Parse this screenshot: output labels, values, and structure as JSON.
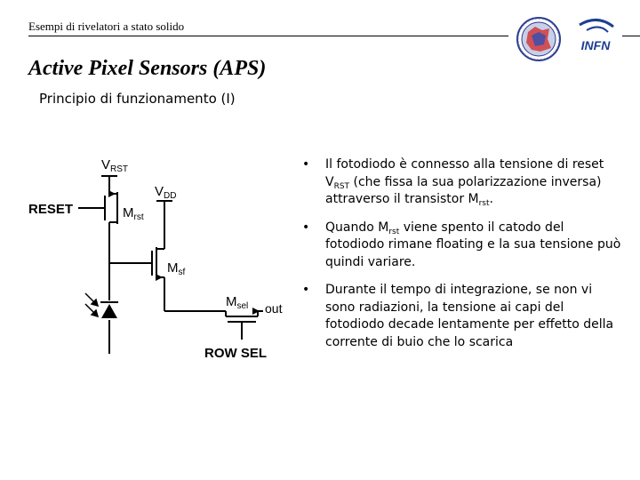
{
  "header": {
    "title": "Esempi di rivelatori a stato solido",
    "logo_infn_text": "INFN"
  },
  "slide": {
    "title": "Active Pixel Sensors (APS)",
    "subtitle": "Principio di funzionamento (I)"
  },
  "circuit": {
    "vrst_main": "V",
    "vrst_sub": "RST",
    "vdd_main": "V",
    "vdd_sub": "DD",
    "reset_label": "RESET",
    "mrst_main": "M",
    "mrst_sub": "rst",
    "msf_main": "M",
    "msf_sub": "sf",
    "msel_main": "M",
    "msel_sub": "sel",
    "out_label": "out",
    "rowsel_label": "ROW SEL"
  },
  "bullets": [
    {
      "dot": "•",
      "p1": "Il fotodiodo è connesso alla tensione di reset V",
      "s1": "RST",
      "p2": " (che fissa la sua polarizzazione inversa) attraverso il transistor M",
      "s2": "rst",
      "p3": "."
    },
    {
      "dot": "•",
      "p1": "Quando M",
      "s1": "rst",
      "p2": " viene spento il catodo del fotodiodo rimane floating e la sua tensione può quindi variare.",
      "s2": "",
      "p3": ""
    },
    {
      "dot": "•",
      "p1": "Durante il tempo di integrazione, se non vi sono radiazioni, la tensione ai capi del fotodiodo decade lentamente per effetto della corrente di buio che lo scarica",
      "s1": "",
      "p2": "",
      "s2": "",
      "p3": ""
    }
  ]
}
